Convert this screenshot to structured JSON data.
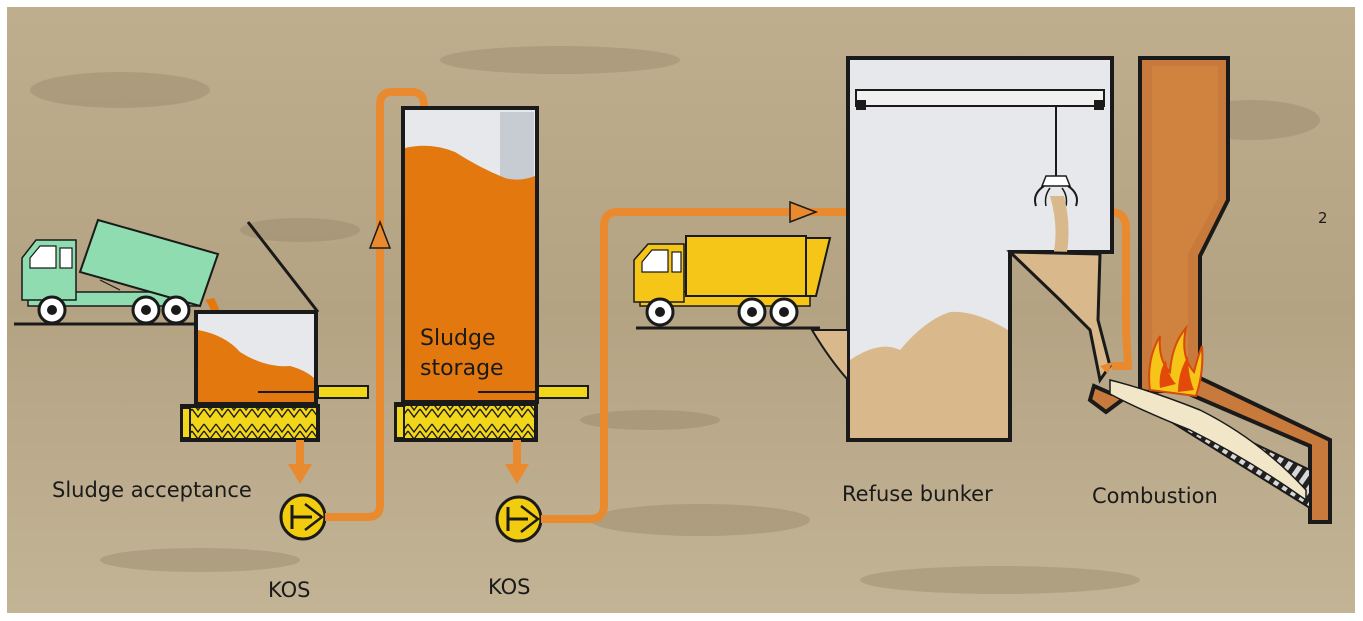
{
  "diagram": {
    "labels": {
      "sludge_acceptance": "Sludge acceptance",
      "sludge_storage_line1": "Sludge",
      "sludge_storage_line2": "storage",
      "kos_left": "KOS",
      "kos_right": "KOS",
      "refuse_bunker": "Refuse bunker",
      "combustion": "Combustion",
      "figure_number": "2"
    },
    "colors": {
      "sludge": "#e3780f",
      "sludge_pipe": "#ea8a2e",
      "pump_yellow": "#f2cc0f",
      "screw_yellow": "#f2d61a",
      "refuse": "#d9b98c",
      "bunker_wall": "#e6e8ec",
      "furnace_wall": "#c87a3c",
      "dump_truck_body": "#8fdcb0",
      "refuse_truck_body": "#f5c518",
      "ground": "#b9a98a",
      "outline": "#1a1a1a"
    },
    "icons": [
      "dump-truck-icon",
      "refuse-truck-icon",
      "grab-crane-icon",
      "pump-icon",
      "flame-icon",
      "flow-arrow-icon"
    ]
  }
}
